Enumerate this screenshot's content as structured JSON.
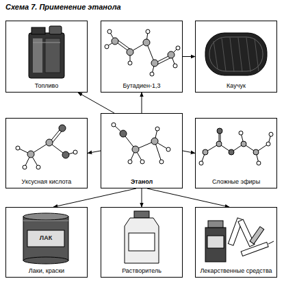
{
  "diagram": {
    "title": "Схема 7. Применение этанола",
    "nodes": [
      {
        "text": [
          "Топливо"
        ]
      },
      {
        "text": [
          "Бутадиен-1,3"
        ]
      },
      {
        "text": [
          "Каучук"
        ]
      },
      {
        "text": [
          "Уксусная кислота"
        ]
      },
      {
        "text": [
          "Этанол"
        ]
      },
      {
        "text": [
          "Сложные эфиры"
        ]
      },
      {
        "text": [
          "Лаки, краски"
        ]
      },
      {
        "text": [
          "Растворитель"
        ]
      },
      {
        "text": [
          "Лекарственные средства"
        ]
      }
    ],
    "edges": [
      {
        "from": 4,
        "to": 0,
        "arrow": "to"
      },
      {
        "from": 4,
        "to": 1,
        "arrow": "to"
      },
      {
        "from": 1,
        "to": 2,
        "arrow": "to"
      },
      {
        "from": 4,
        "to": 3,
        "arrow": "to"
      },
      {
        "from": 4,
        "to": 5,
        "arrow": "to"
      },
      {
        "from": 4,
        "to": 6,
        "arrow": "to"
      },
      {
        "from": 4,
        "to": 7,
        "arrow": "to"
      },
      {
        "from": 4,
        "to": 8,
        "arrow": "to"
      }
    ],
    "labels": [
      "ЛАК"
    ]
  }
}
